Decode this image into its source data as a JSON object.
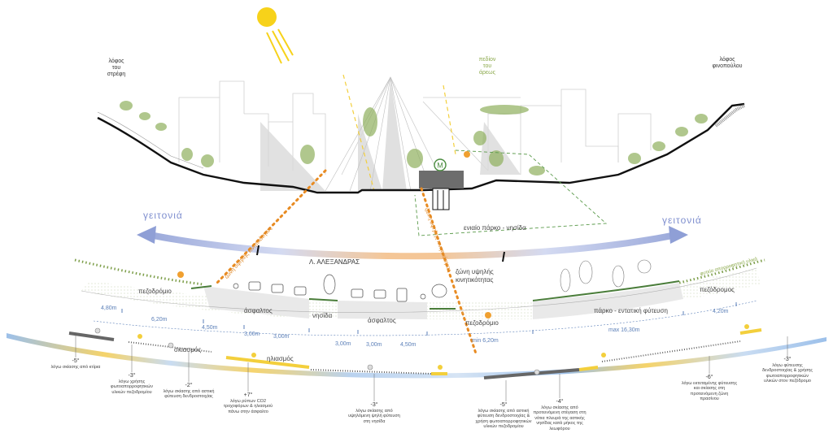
{
  "hills": {
    "left": [
      "λόφος",
      "του",
      "στρέφη"
    ],
    "center": [
      "πεδίον",
      "του",
      "άρεως"
    ],
    "right": [
      "λόφος",
      "φινοπούλου"
    ]
  },
  "metro_symbol": "M",
  "labels": {
    "neighborhood_left": "γειτονιά",
    "neighborhood_right": "γειτονιά",
    "avenue": "Λ. ΑΛΕΞΑΝΔΡΑΣ",
    "park_strip": "ενιαίο πάρκο - νησίδα",
    "high_mobility_zone": [
      "ζώνη υψηλής",
      "κινητικότητας"
    ],
    "rotated_orange_left": "ζώνη υψηλής κινητικότητας",
    "rotated_orange_center": "ζώνη υψηλής κινητικότητας",
    "rotated_green_right": "φυτεία απορροφητική υλικά"
  },
  "surfaces": {
    "sidewalk_left": "πεζοδρόμιο",
    "asphalt_left": "άσφαλτος",
    "island": "νησίδα",
    "asphalt_right": "άσφαλτος",
    "sidewalk_center": "πεζοδρόμιο",
    "park": "πάρκο - εντατική φύτευση",
    "sidewalk_right": "πεζόδρομος"
  },
  "measurements": [
    "4,80m",
    "6,20m",
    "4,50m",
    "3,00m",
    "3,00m",
    "3,00m",
    "3,00m",
    "4,50m",
    "min 6,20m",
    "max 16,30m",
    "4,20m"
  ],
  "climate": {
    "shade": "σκιασμός",
    "sunlit": "ηλιασμός"
  },
  "notes": [
    {
      "temp": "-5°",
      "text": "λόγω σκίασης από κτίρια"
    },
    {
      "temp": "-3°",
      "text": "λόγω χρήσης φωτοαπορροφητικών υλικών πεζοδρομίου"
    },
    {
      "temp": "-2°",
      "text": "λόγω σκίασης από αστική φύτευση δενδροστοιχίας"
    },
    {
      "temp": "+7°",
      "text": "λόγω ρύπων CO2 τροχοφόρων & ηλιασμού πάνω στην άσφαλτο"
    },
    {
      "temp": "-3°",
      "text": "λόγω σκίασης από υψηλόμενη ψηλή φύτευση στη νησίδα"
    },
    {
      "temp": "-5°",
      "text": "λόγω σκίασης από αστική φύτευση δενδροστοιχίας & χρήση φωτοαπορροφητικών υλικών πεζοδρομίου"
    },
    {
      "temp": "-4°",
      "text": "λόγω σκίασης από προτεινόμενη στέγαση στη νότια πλευρά της αστικής νησίδας κατά μήκος της λεωφόρου"
    },
    {
      "temp": "-6°",
      "text": "λόγω εκτεταμένης φύτευσης και σκίασης στη προτεινόμενη ζώνη πρασίνου"
    },
    {
      "temp": "-3°",
      "text": "λόγω φύτευσης δενδροστοιχίας & χρήσης φωτοαπορροφητικών υλικών στον πεζόδρομο"
    }
  ],
  "colors": {
    "sun": "#f7d21a",
    "arrow_blue": "#8f9fd6",
    "arrow_orange": "#f0b77a",
    "green": "#8aa84a",
    "orange_dots": "#e88b22",
    "temp_blue": "#a9c6ea",
    "temp_yellow": "#f5d36a"
  }
}
